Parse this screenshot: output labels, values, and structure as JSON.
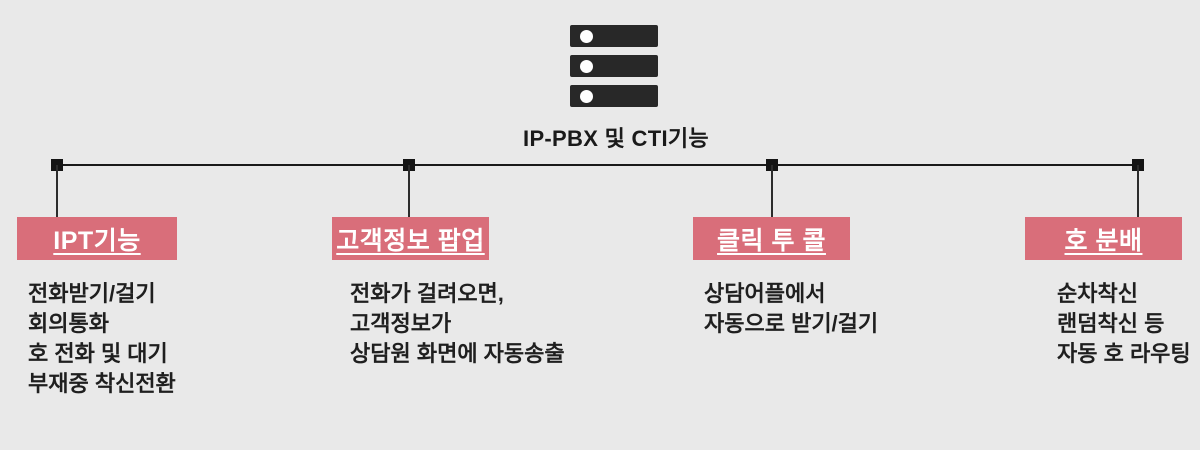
{
  "header": {
    "icon": "server-icon",
    "title": "IP-PBX 및 CTI기능"
  },
  "colors": {
    "background": "#e9e9e9",
    "branch_box": "#d96e7a",
    "branch_box_text": "#ffffff",
    "connector_line": "#1a1a1a",
    "body_text": "#1f1f1f",
    "server_icon": "#282828"
  },
  "branches": [
    {
      "title": "IPT기능",
      "items": [
        "전화받기/걸기",
        "회의통화",
        "호 전화 및 대기",
        "부재중 착신전환"
      ]
    },
    {
      "title": "고객정보 팝업",
      "items": [
        "전화가 걸려오면,",
        "고객정보가",
        "상담원 화면에 자동송출"
      ]
    },
    {
      "title": "클릭 투 콜",
      "items": [
        "상담어플에서",
        "자동으로 받기/걸기"
      ]
    },
    {
      "title": "호 분배",
      "items": [
        "순차착신",
        "랜덤착신 등",
        "자동 호 라우팅"
      ]
    }
  ]
}
